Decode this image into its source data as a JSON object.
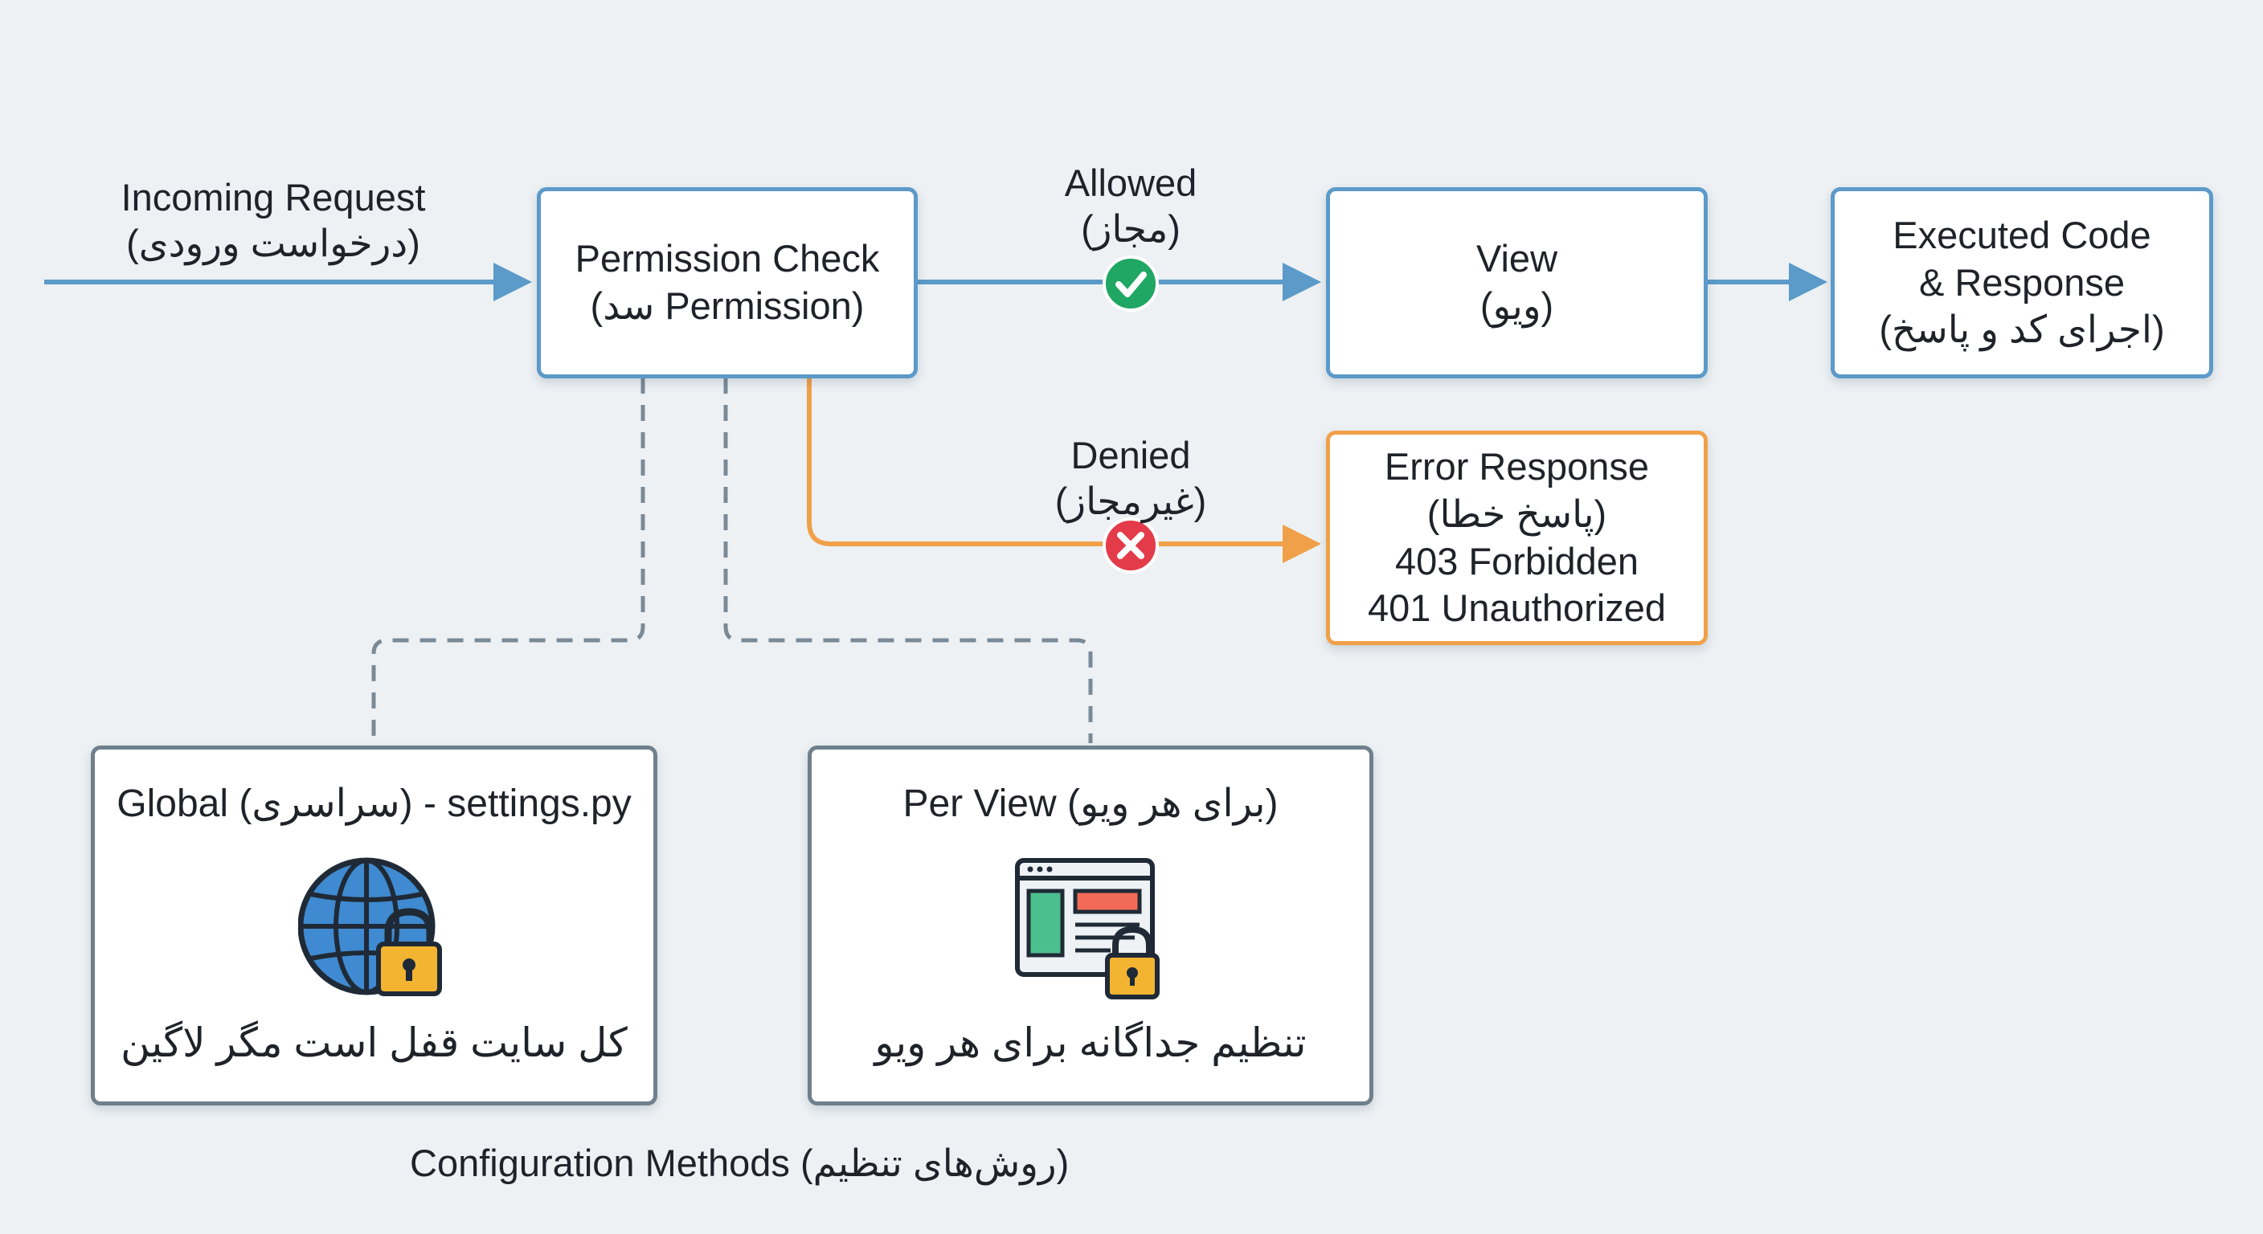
{
  "incoming": {
    "line1": "Incoming Request",
    "line2": "(درخواست ورودی)"
  },
  "permission_check": {
    "line1": "Permission Check",
    "line2": "(سد Permission)"
  },
  "allowed": {
    "line1": "Allowed",
    "line2": "(مجاز)"
  },
  "denied": {
    "line1": "Denied",
    "line2": "(غیرمجاز)"
  },
  "view": {
    "line1": "View",
    "line2": "(ویو)"
  },
  "executed": {
    "line1": "Executed Code",
    "line2": "& Response",
    "line3": "(اجرای کد و پاسخ)"
  },
  "error": {
    "line1": "Error Response",
    "line2": "(پاسخ خطا)",
    "line3": "403 Forbidden",
    "line4": "401 Unauthorized"
  },
  "global_method": {
    "title": "Global (سراسری) - settings.py",
    "desc": "کل سایت قفل است مگر لاگین",
    "icon": "globe-lock-icon"
  },
  "per_view_method": {
    "title": "Per View (برای هر ویو)",
    "desc": "تنظیم جداگانه برای هر ویو",
    "icon": "browser-lock-icon"
  },
  "footer": "Configuration Methods (روش‌های تنظیم)",
  "colors": {
    "flow": "#5b9ac9",
    "denied": "#f0a049",
    "allowed_badge": "#1fa763",
    "denied_badge": "#e33b4a",
    "dashed": "#7a8a97"
  }
}
